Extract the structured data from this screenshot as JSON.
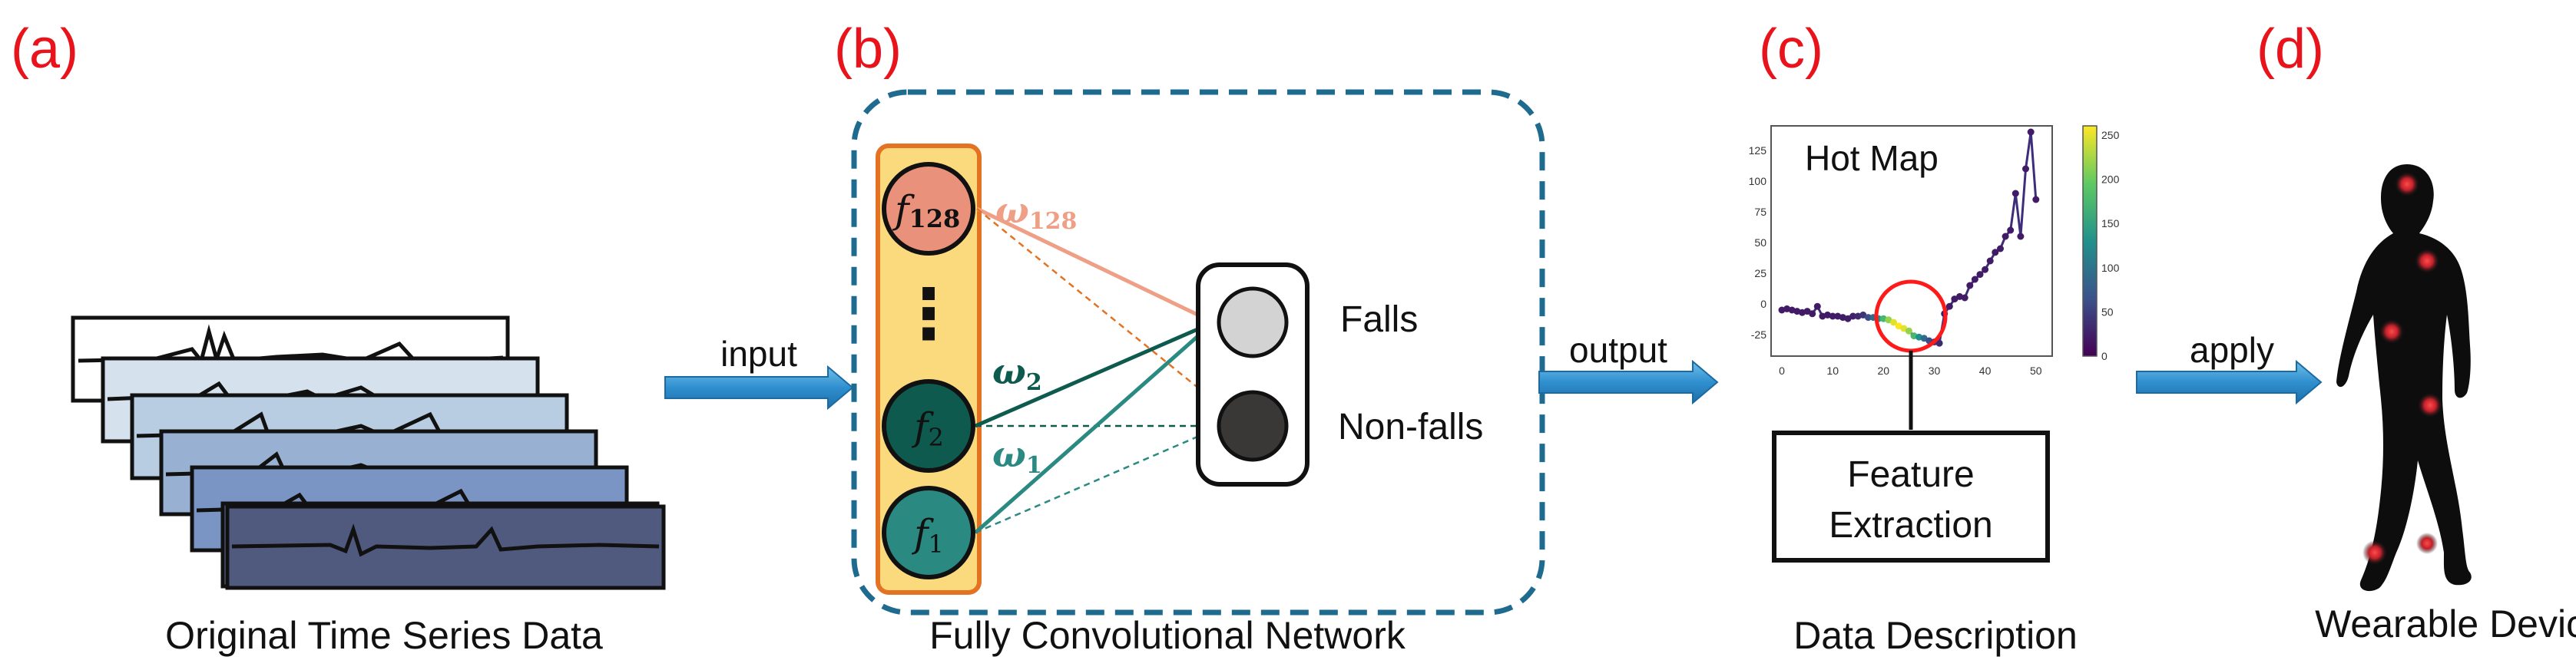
{
  "panels": {
    "a": {
      "label": "(a)",
      "caption": "Original Time Series Data"
    },
    "b": {
      "label": "(b)",
      "caption": "Fully Convolutional Network"
    },
    "c": {
      "label": "(c)",
      "caption": "Data Description"
    },
    "d": {
      "label": "(d)",
      "caption": "Wearable Device"
    }
  },
  "arrows": {
    "input": "input",
    "output": "output",
    "apply": "apply"
  },
  "network": {
    "nodes": [
      {
        "base": "f",
        "sub": "128",
        "color": "#e9917a"
      },
      {
        "base": "f",
        "sub": "2",
        "color": "#0f5a4e"
      },
      {
        "base": "f",
        "sub": "1",
        "color": "#2a8a82"
      }
    ],
    "ellipsis": "⋮",
    "weights": [
      {
        "base": "ω",
        "sub": "128",
        "color": "#ef9f86"
      },
      {
        "base": "ω",
        "sub": "2",
        "color": "#0f5a4e"
      },
      {
        "base": "ω",
        "sub": "1",
        "color": "#2a8a82"
      }
    ],
    "outputs": [
      {
        "label": "Falls",
        "color": "#d3d3d3"
      },
      {
        "label": "Non-falls",
        "color": "#3a3737"
      }
    ]
  },
  "plot": {
    "title": "Hot Map",
    "x_ticks": [
      "0",
      "10",
      "20",
      "30",
      "40",
      "50"
    ],
    "y_ticks": [
      "125",
      "100",
      "75",
      "50",
      "25",
      "0",
      "-25"
    ],
    "colorbar_ticks": [
      "250",
      "200",
      "150",
      "100",
      "50",
      "0"
    ],
    "feature_box": [
      "Feature",
      "Extraction"
    ]
  },
  "chart_data": {
    "type": "scatter",
    "x": [
      0,
      1,
      2,
      3,
      4,
      5,
      6,
      7,
      8,
      9,
      10,
      11,
      12,
      13,
      14,
      15,
      16,
      17,
      18,
      19,
      20,
      21,
      22,
      23,
      24,
      25,
      26,
      27,
      28,
      29,
      30,
      31,
      32,
      33,
      34,
      35,
      36,
      37,
      38,
      39,
      40,
      41,
      42,
      43,
      44,
      45,
      46,
      47,
      48,
      49,
      50
    ],
    "y": [
      -5,
      -4,
      -5,
      -6,
      -7,
      -6,
      -8,
      -2,
      -10,
      -9,
      -10,
      -10,
      -11,
      -12,
      -10,
      -10,
      -9,
      -11,
      -11,
      -12,
      -12,
      -13,
      -15,
      -18,
      -20,
      -22,
      -26,
      -27,
      -28,
      -30,
      -31,
      -32,
      -8,
      -2,
      4,
      6,
      5,
      15,
      20,
      24,
      28,
      35,
      42,
      45,
      55,
      60,
      90,
      55,
      110,
      140,
      85
    ],
    "xlim": [
      0,
      52
    ],
    "ylim": [
      -35,
      140
    ],
    "colorbar_range": [
      0,
      250
    ],
    "colormap": "viridis"
  }
}
